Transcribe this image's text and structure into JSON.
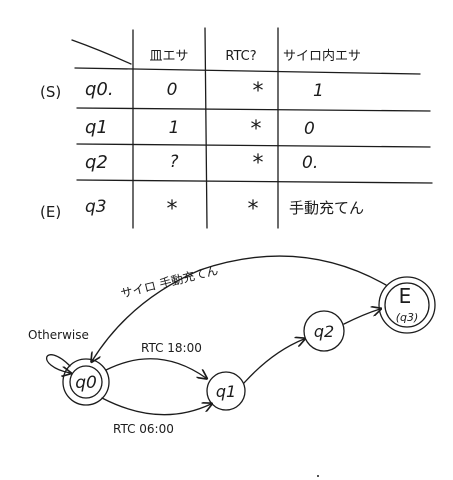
{
  "table": {
    "headers": [
      "皿エサ",
      "RTC?",
      "サイロ内エサ"
    ],
    "rows": [
      {
        "marker": "(S)",
        "state": "q0.",
        "values": [
          "0",
          "*",
          "1"
        ]
      },
      {
        "marker": "",
        "state": "q1",
        "values": [
          "1",
          "*",
          "0"
        ]
      },
      {
        "marker": "",
        "state": "q2",
        "values": [
          "?",
          "*",
          "0."
        ]
      },
      {
        "marker": "(E)",
        "state": "q3",
        "values": [
          "*",
          "*",
          "手動充てん"
        ]
      }
    ]
  },
  "diagram": {
    "states": {
      "q0": "q0",
      "q1": "q1",
      "q2": "q2",
      "q3_letter": "E",
      "q3_sub": "(q3)"
    },
    "edges": {
      "otherwise": "Otherwise",
      "rtc_1800": "RTC 18:00",
      "rtc_0600": "RTC 06:00",
      "manual_refill": "サイロ 手動充てん"
    }
  }
}
